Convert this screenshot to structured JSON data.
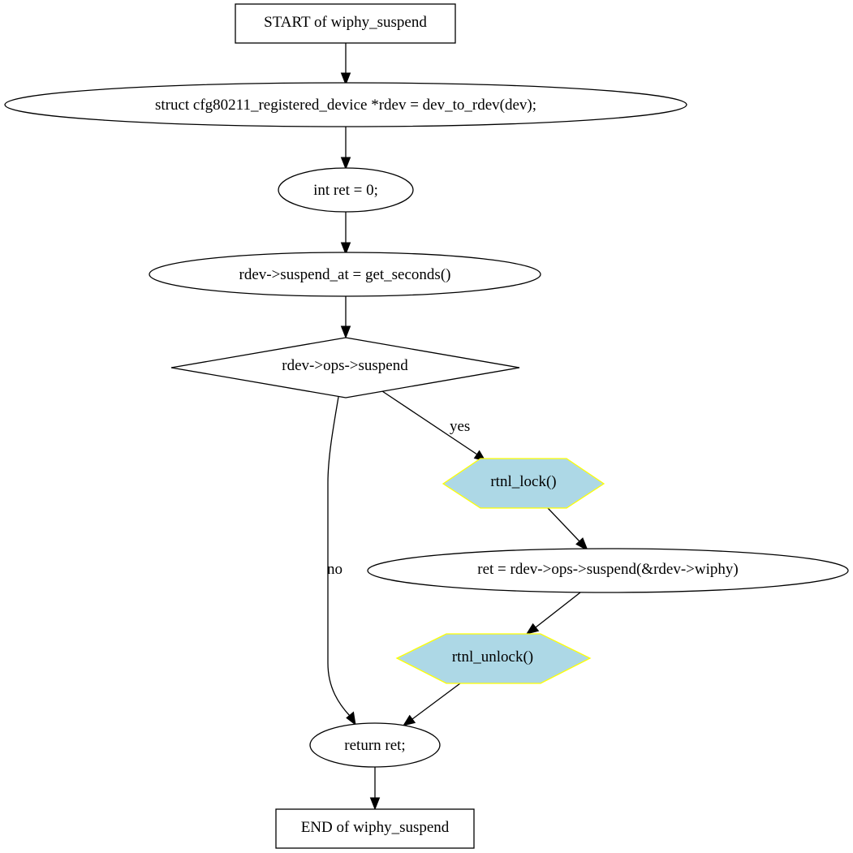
{
  "nodes": {
    "start": "START of wiphy_suspend",
    "rdev_decl": "struct cfg80211_registered_device *rdev = dev_to_rdev(dev);",
    "ret_decl": "int ret = 0;",
    "suspend_at": "rdev->suspend_at = get_seconds()",
    "ops_check": "rdev->ops->suspend",
    "rtnl_lock": "rtnl_lock()",
    "ops_call": "ret = rdev->ops->suspend(&rdev->wiphy)",
    "rtnl_unlock": "rtnl_unlock()",
    "return_ret": "return ret;",
    "end": "END of wiphy_suspend"
  },
  "edges": {
    "yes": "yes",
    "no": "no"
  },
  "colors": {
    "hex_fill": "#add8e6",
    "hex_stroke": "#ffff00"
  }
}
